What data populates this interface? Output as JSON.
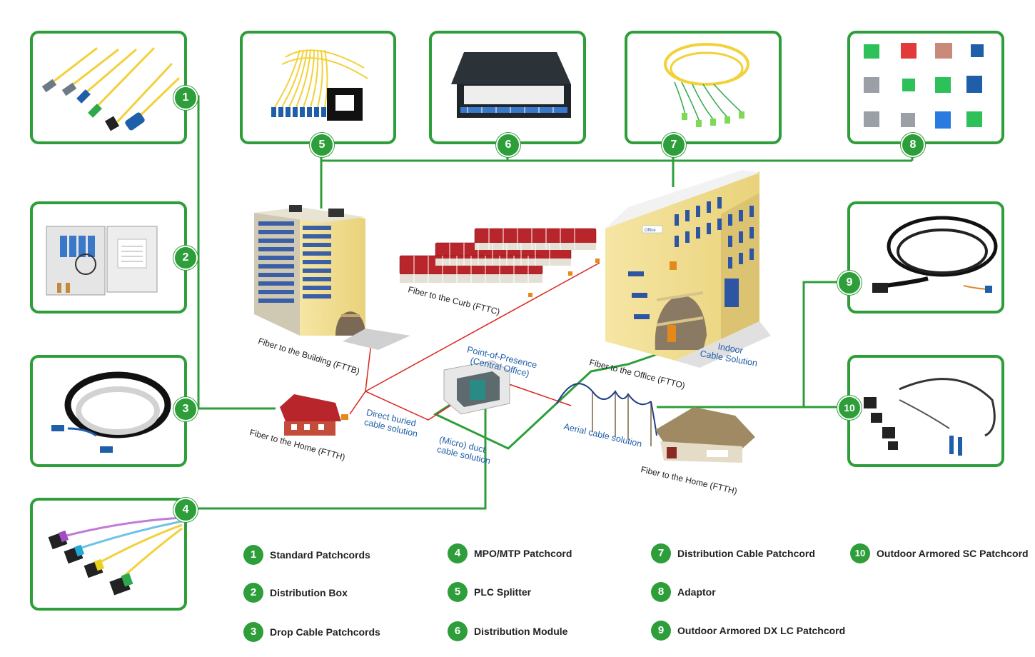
{
  "products": [
    {
      "num": "1",
      "name": "Standard Patchcords"
    },
    {
      "num": "2",
      "name": "Distribution Box"
    },
    {
      "num": "3",
      "name": "Drop Cable Patchcords"
    },
    {
      "num": "4",
      "name": "MPO/MTP Patchcord"
    },
    {
      "num": "5",
      "name": "PLC Splitter"
    },
    {
      "num": "6",
      "name": "Distribution Module"
    },
    {
      "num": "7",
      "name": "Distribution Cable Patchcord"
    },
    {
      "num": "8",
      "name": "Adaptor"
    },
    {
      "num": "9",
      "name": "Outdoor Armored DX LC Patchcord"
    },
    {
      "num": "10",
      "name": "Outdoor Armored SC Patchcord"
    }
  ],
  "scene_labels": {
    "fttb": "Fiber to the Building (FTTB)",
    "fttc": "Fiber to the Curb (FTTC)",
    "ftth_left": "Fiber to the Home (FTTH)",
    "ftth_right": "Fiber to the Home (FTTH)",
    "ftto": "Fiber to the Office (FTTO)",
    "pop_line1": "Point-of-Presence",
    "pop_line2": "(Central Office)",
    "direct_line1": "Direct buried",
    "direct_line2": "cable solution",
    "micro_line1": "(Micro) duct",
    "micro_line2": "cable solution",
    "aerial": "Aerial cable solution",
    "indoor_line1": "Indoor",
    "indoor_line2": "Cable Solution",
    "office_sign": "Office"
  },
  "colors": {
    "accent_green": "#2e9e3a",
    "label_blue": "#1f5ea8",
    "fiber_red": "#d9251d",
    "cable_yellow": "#f2d13a"
  }
}
